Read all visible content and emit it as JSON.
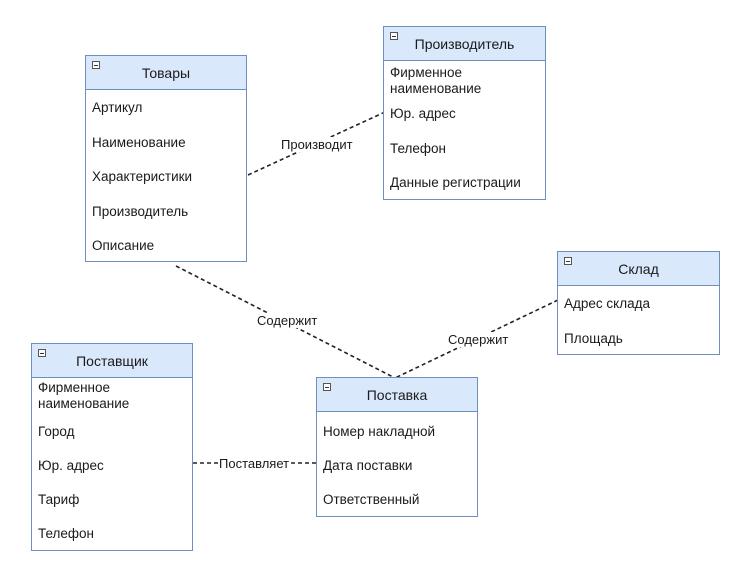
{
  "entities": {
    "tovary": {
      "title": "Товары",
      "attrs": [
        "Артикул",
        "Наименование",
        "Характеристики",
        "Производитель",
        "Описание"
      ]
    },
    "proizvoditel": {
      "title": "Производитель",
      "attrs": [
        "Фирменное наименование",
        "Юр. адрес",
        "Телефон",
        "Данные регистрации"
      ]
    },
    "sklad": {
      "title": "Склад",
      "attrs": [
        "Адрес склада",
        "Площадь"
      ]
    },
    "postavshik": {
      "title": "Поставщик",
      "attrs": [
        "Фирменное наименование",
        "Город",
        "Юр. адрес",
        "Тариф",
        "Телефон"
      ]
    },
    "postavka": {
      "title": "Поставка",
      "attrs": [
        "Номер накладной",
        "Дата поставки",
        "Ответственный"
      ]
    }
  },
  "relations": {
    "proizvodit": "Производит",
    "soderzhit_tovary": "Содержит",
    "soderzhit_sklad": "Содержит",
    "postavlyaet": "Поставляет"
  }
}
